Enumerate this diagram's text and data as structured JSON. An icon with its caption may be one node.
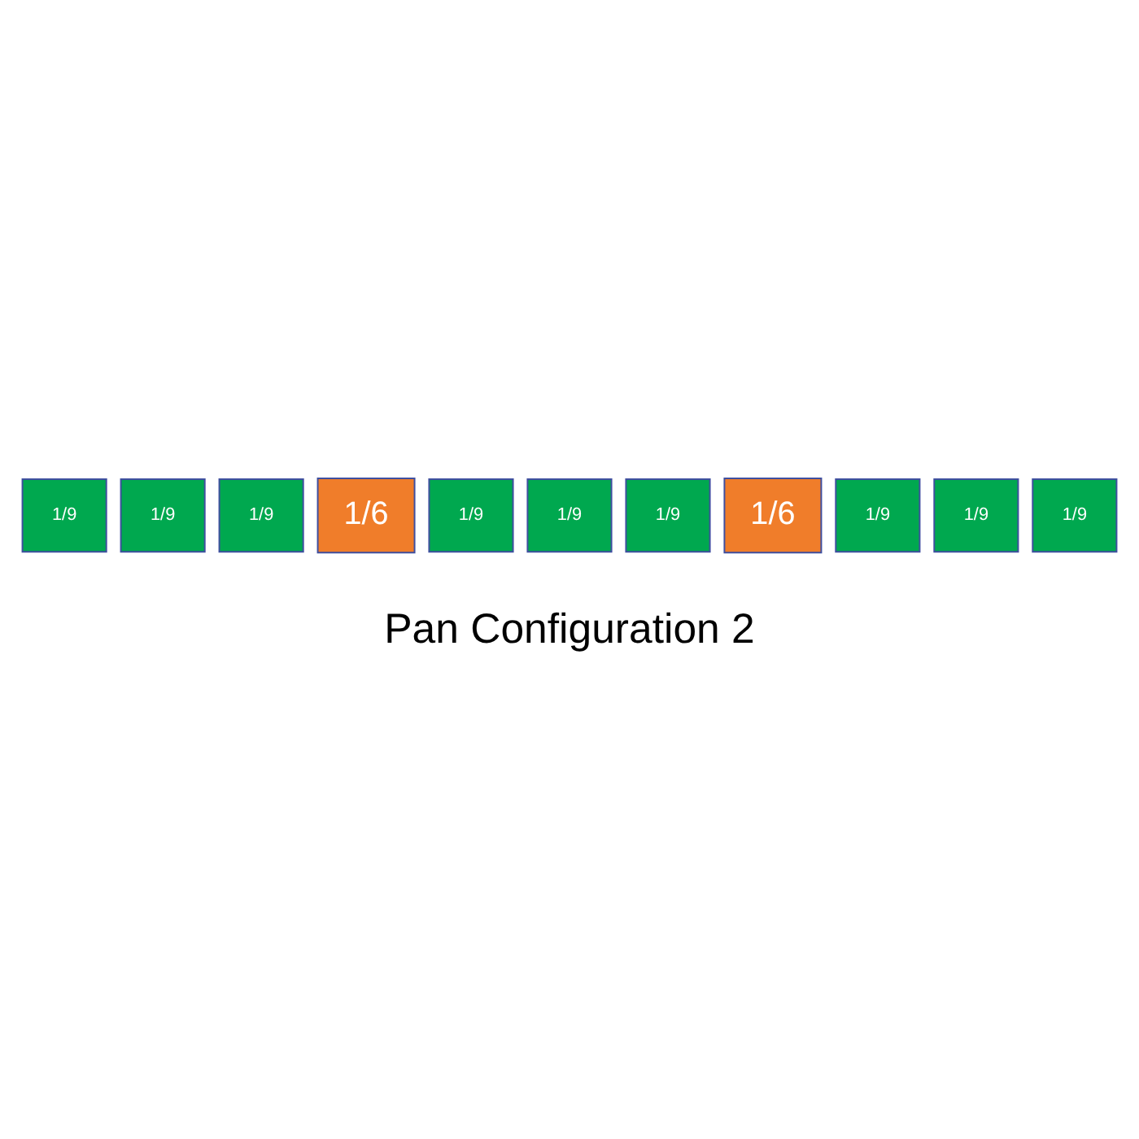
{
  "diagram": {
    "caption": "Pan Configuration 2",
    "nodes": [
      {
        "text": [
          "1/9"
        ]
      },
      {
        "text": [
          "1/9"
        ]
      },
      {
        "text": [
          "1/9"
        ]
      },
      {
        "text": [
          "1/6"
        ]
      },
      {
        "text": [
          "1/9"
        ]
      },
      {
        "text": [
          "1/9"
        ]
      },
      {
        "text": [
          "1/9"
        ]
      },
      {
        "text": [
          "1/6"
        ]
      },
      {
        "text": [
          "1/9"
        ]
      },
      {
        "text": [
          "1/9"
        ]
      },
      {
        "text": [
          "1/9"
        ]
      }
    ]
  }
}
